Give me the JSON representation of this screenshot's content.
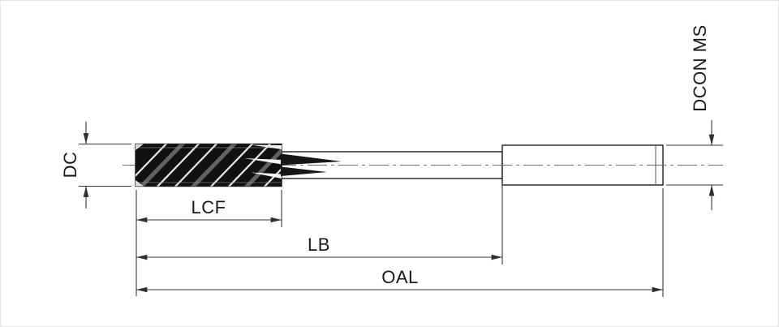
{
  "diagram": {
    "type": "technical-drawing",
    "subject": "machine-reamer-side-view",
    "dimension_labels": {
      "dc": "DC",
      "dcon_ms": "DCON MS",
      "lcf": "LCF",
      "lb": "LB",
      "oal": "OAL"
    },
    "colors": {
      "background": "#ffffff",
      "outline": "#1c1c1c",
      "flute_fill": "#111111",
      "dimension_line": "#3a3a3a",
      "arrow_fill": "#2f2f2f",
      "centerline": "#6b6b6b",
      "text": "#1a1a1a"
    }
  }
}
